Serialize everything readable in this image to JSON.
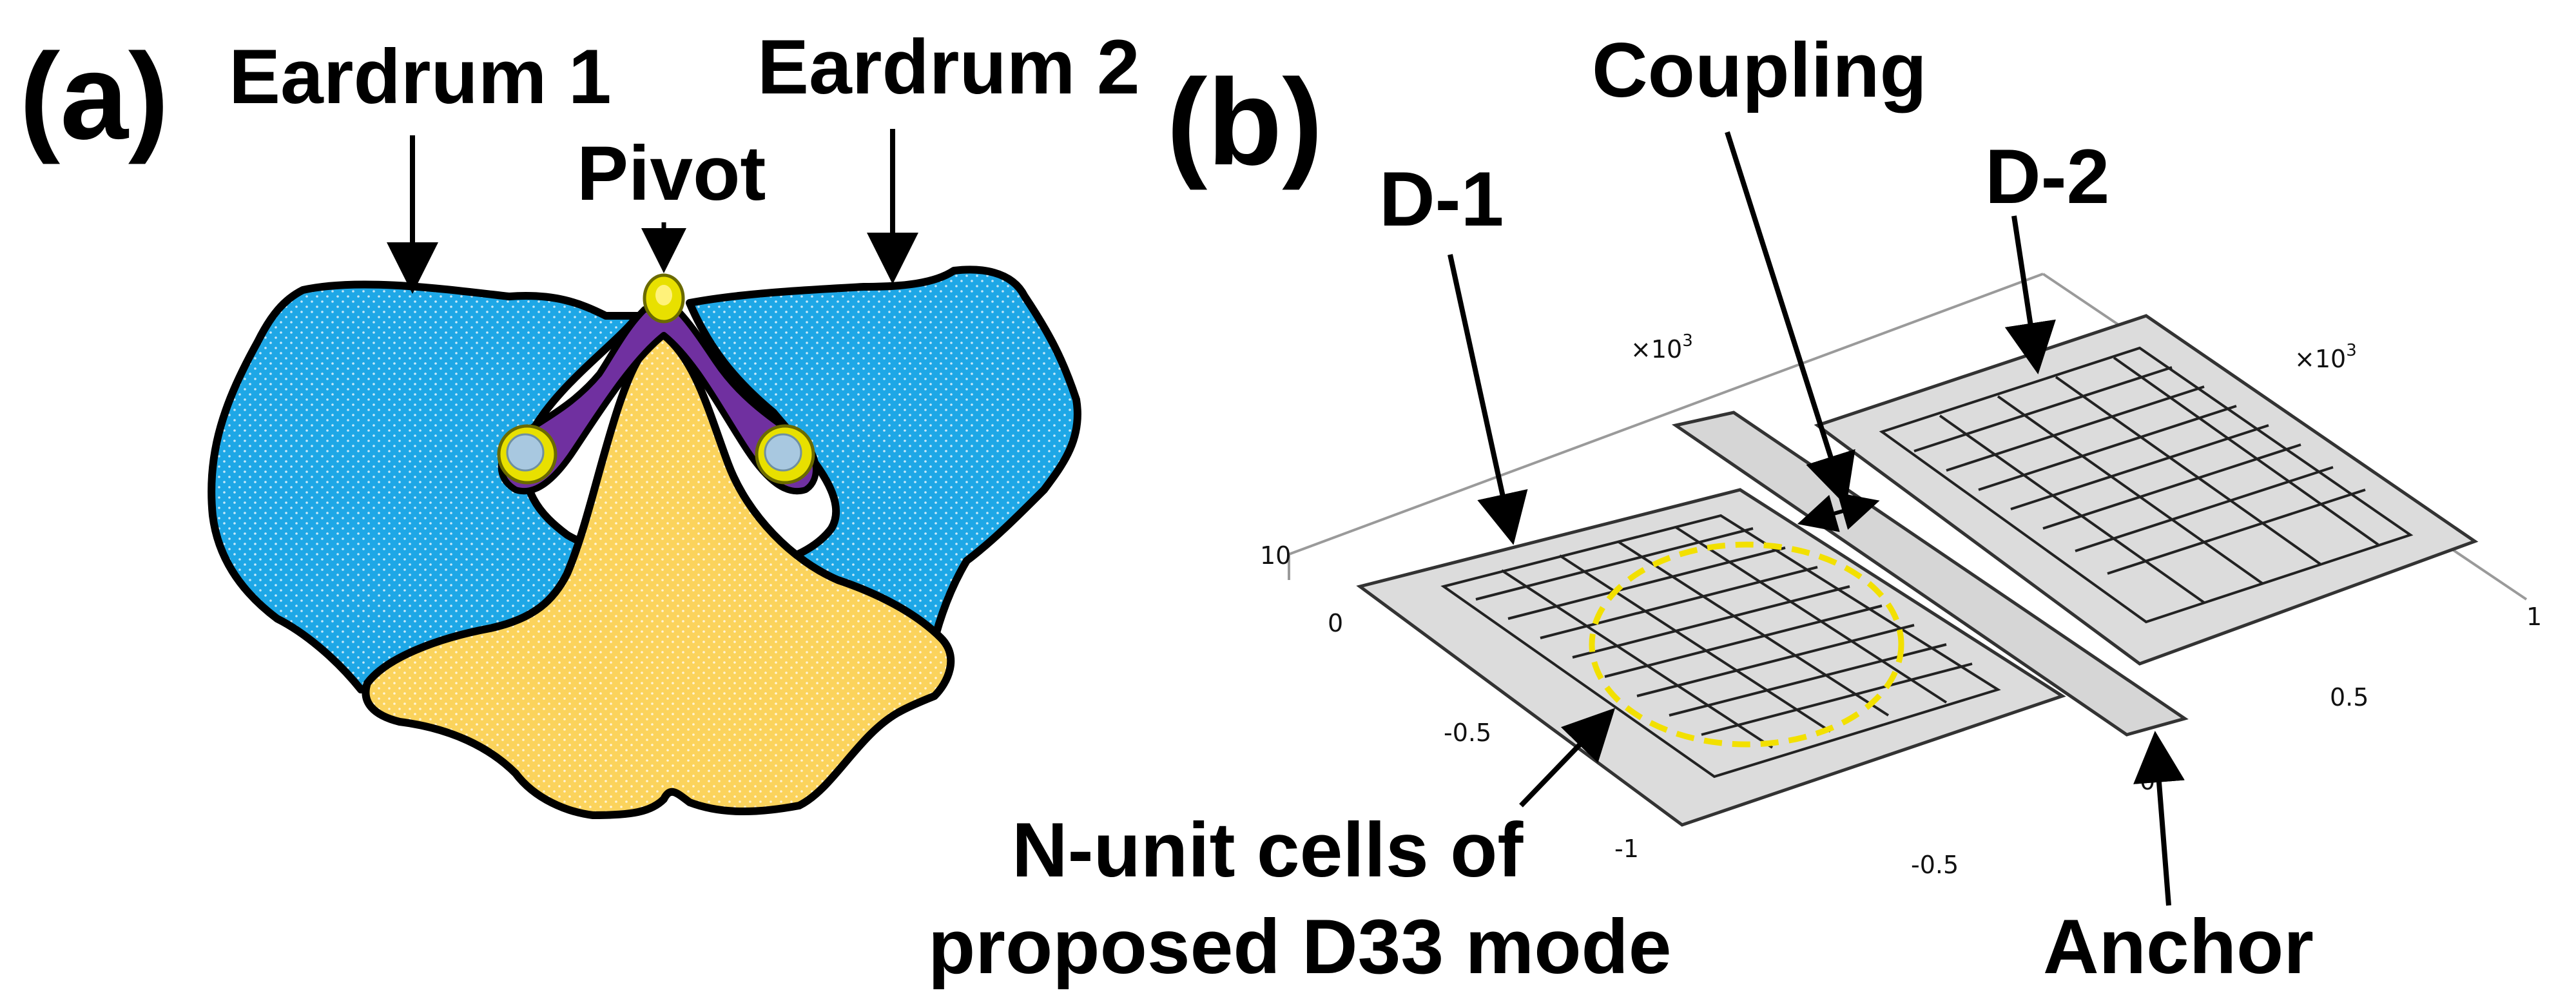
{
  "panel_a": {
    "panel_label": "(a)",
    "eardrum1_label": "Eardrum 1",
    "eardrum2_label": "Eardrum 2",
    "pivot_label": "Pivot",
    "colors": {
      "eardrum": "#1ea7e6",
      "body": "#fbd35c",
      "bridge": "#7030a0",
      "joint": "#e8e000",
      "joint_center": "#a8c8e0"
    }
  },
  "panel_b": {
    "panel_label": "(b)",
    "d1_label": "D-1",
    "d2_label": "D-2",
    "coupling_label": "Coupling",
    "cells_label_line1": "N-unit cells of",
    "cells_label_line2": "proposed D33 mode",
    "anchor_label": "Anchor",
    "axis_ticks": {
      "left_scale": "×10",
      "left_scale_exp": "3",
      "right_scale": "×10",
      "right_scale_exp": "3",
      "t_10": "10",
      "t_0_left": "0",
      "t_neg05_left": "-0.5",
      "t_neg1": "-1",
      "t_neg05_bottom": "-0.5",
      "t_0_bottom": "0",
      "t_05_right": "0.5",
      "t_1_right": "1"
    },
    "colors": {
      "plate": "#dcdcdc",
      "outline": "#333333",
      "highlight": "#f2e000"
    }
  }
}
